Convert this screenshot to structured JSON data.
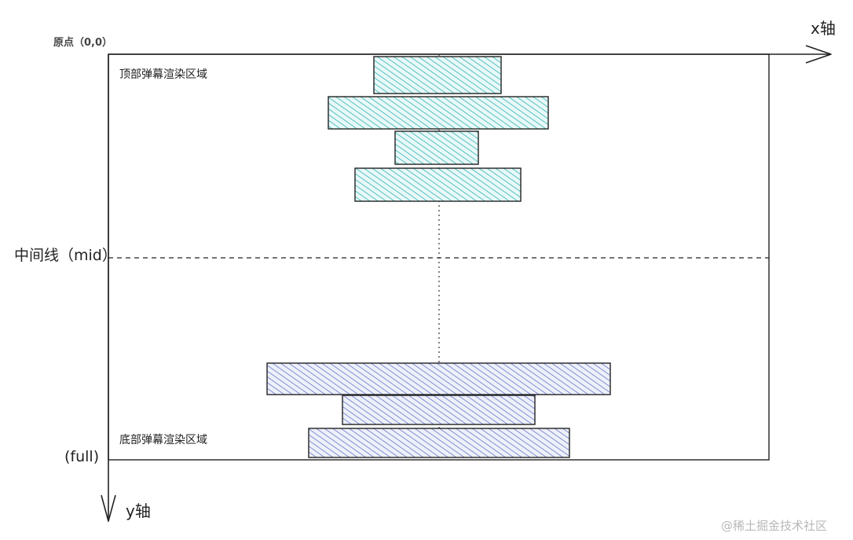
{
  "labels": {
    "origin": "原点（0,0）",
    "x_axis": "x轴",
    "y_axis": "y轴",
    "midline": "中间线（mid）",
    "full": "(full)",
    "top_region": "顶部弹幕渲染区域",
    "bottom_region": "底部弹幕渲染区域",
    "watermark": "@稀土掘金技术社区"
  },
  "colors": {
    "top_bars": "#2fb3b3",
    "bottom_bars": "#6478c8",
    "stroke": "#222222"
  },
  "bars": {
    "top": [
      {
        "name": "top-bar-1"
      },
      {
        "name": "top-bar-2"
      },
      {
        "name": "top-bar-3"
      },
      {
        "name": "top-bar-4"
      }
    ],
    "bottom": [
      {
        "name": "bottom-bar-1"
      },
      {
        "name": "bottom-bar-2"
      },
      {
        "name": "bottom-bar-3"
      }
    ]
  }
}
